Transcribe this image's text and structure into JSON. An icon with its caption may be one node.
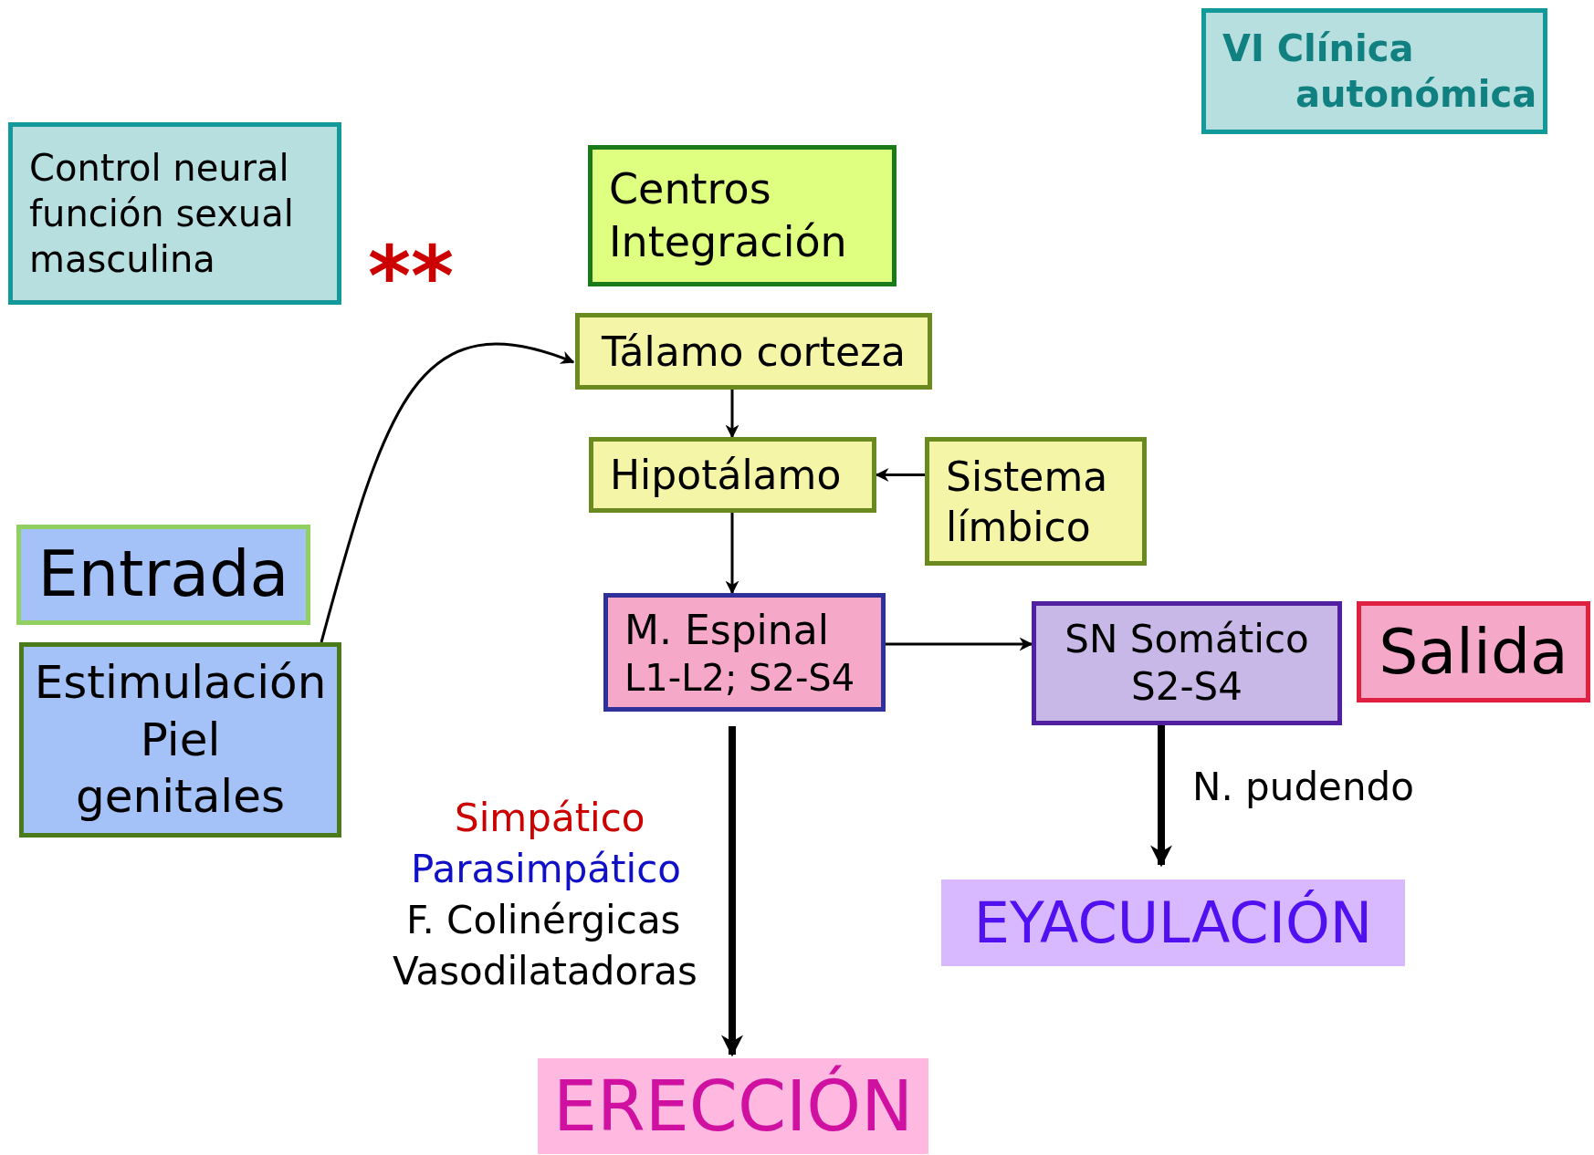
{
  "diagram": {
    "nodes": [
      {
        "text": [
          "Control neural función sexual masculina"
        ]
      },
      {
        "text": [
          "VI Clínica",
          "autonómica"
        ]
      },
      {
        "text": [
          "Centros Integración"
        ]
      },
      {
        "text": [
          "Tálamo corteza"
        ]
      },
      {
        "text": [
          "Hipotálamo"
        ]
      },
      {
        "text": [
          "Sistema límbico"
        ]
      },
      {
        "text": [
          "Entrada"
        ]
      },
      {
        "text": [
          "Estimulación Piel genitales"
        ]
      },
      {
        "text": [
          "M. Espinal",
          "L1-L2; S2-S4"
        ]
      },
      {
        "text": [
          "SN Somático S2-S4"
        ]
      },
      {
        "text": [
          "Salida"
        ]
      },
      {
        "text": [
          "EYACULACIÓN"
        ]
      },
      {
        "text": [
          "ERECCIÓN"
        ]
      }
    ],
    "edges": [
      {
        "from": 7,
        "to": 3,
        "arrow": "to"
      },
      {
        "from": 3,
        "to": 4,
        "arrow": "to"
      },
      {
        "from": 5,
        "to": 4,
        "arrow": "to"
      },
      {
        "from": 4,
        "to": 8,
        "arrow": "to"
      },
      {
        "from": 8,
        "to": 9,
        "arrow": "to"
      },
      {
        "from": 8,
        "to": 12,
        "arrow": "to",
        "style": "thick"
      },
      {
        "from": 9,
        "to": 11,
        "arrow": "to",
        "style": "thick",
        "label": "N. pudendo"
      }
    ],
    "labels": [
      "**",
      "Simpático",
      "Parasimpático",
      "F. Colinérgicas",
      "Vasodilatadoras"
    ]
  }
}
